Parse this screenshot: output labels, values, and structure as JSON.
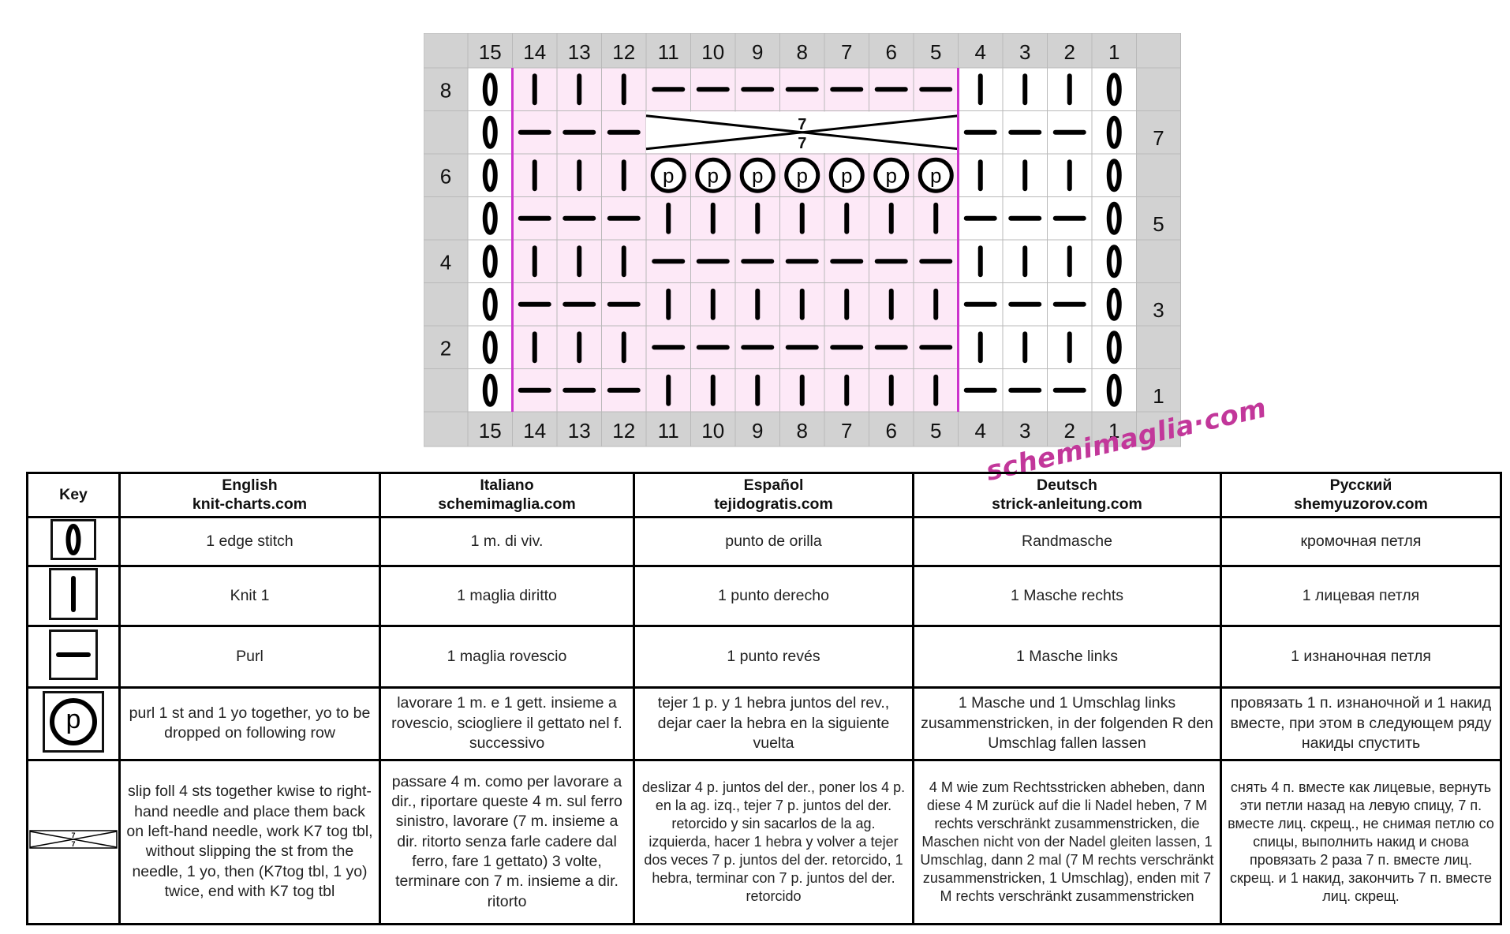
{
  "chart": {
    "col_numbers": [
      "15",
      "14",
      "13",
      "12",
      "11",
      "10",
      "9",
      "8",
      "7",
      "6",
      "5",
      "4",
      "3",
      "2",
      "1"
    ],
    "left_row_labels": [
      "8",
      "",
      "6",
      "",
      "4",
      "",
      "2",
      ""
    ],
    "right_row_labels": [
      "",
      "7",
      "",
      "5",
      "",
      "3",
      "",
      "1"
    ],
    "rows": [
      {
        "row": 8,
        "stitches": [
          "E",
          "K",
          "K",
          "K",
          "P",
          "P",
          "P",
          "P",
          "P",
          "P",
          "P",
          "K",
          "K",
          "K",
          "E"
        ]
      },
      {
        "row": 7,
        "stitches": [
          "E",
          "P",
          "P",
          "P",
          "X",
          "X",
          "X",
          "X",
          "X",
          "X",
          "X",
          "P",
          "P",
          "P",
          "E"
        ]
      },
      {
        "row": 6,
        "stitches": [
          "E",
          "K",
          "K",
          "K",
          "D",
          "D",
          "D",
          "D",
          "D",
          "D",
          "D",
          "K",
          "K",
          "K",
          "E"
        ]
      },
      {
        "row": 5,
        "stitches": [
          "E",
          "P",
          "P",
          "P",
          "K",
          "K",
          "K",
          "K",
          "K",
          "K",
          "K",
          "P",
          "P",
          "P",
          "E"
        ]
      },
      {
        "row": 4,
        "stitches": [
          "E",
          "K",
          "K",
          "K",
          "P",
          "P",
          "P",
          "P",
          "P",
          "P",
          "P",
          "K",
          "K",
          "K",
          "E"
        ]
      },
      {
        "row": 3,
        "stitches": [
          "E",
          "P",
          "P",
          "P",
          "K",
          "K",
          "K",
          "K",
          "K",
          "K",
          "K",
          "P",
          "P",
          "P",
          "E"
        ]
      },
      {
        "row": 2,
        "stitches": [
          "E",
          "K",
          "K",
          "K",
          "P",
          "P",
          "P",
          "P",
          "P",
          "P",
          "P",
          "K",
          "K",
          "K",
          "E"
        ]
      },
      {
        "row": 1,
        "stitches": [
          "E",
          "P",
          "P",
          "P",
          "K",
          "K",
          "K",
          "K",
          "K",
          "K",
          "K",
          "P",
          "P",
          "P",
          "E"
        ]
      }
    ],
    "cable_label_top": "7",
    "cable_label_bottom": "7",
    "purl_drop_glyph": "p",
    "repeat_highlight_color": "#fde9f7",
    "repeat_border_color": "#cc33cc",
    "header_fill_color": "#d2d2d2"
  },
  "watermark": "schemimaglia·com",
  "key_table": {
    "header": {
      "key": "Key",
      "languages": [
        {
          "name": "English",
          "site": "knit-charts.com"
        },
        {
          "name": "Italiano",
          "site": "schemimaglia.com"
        },
        {
          "name": "Español",
          "site": "tejidogratis.com"
        },
        {
          "name": "Deutsch",
          "site": "strick-anleitung.com"
        },
        {
          "name": "Русский",
          "site": "shemyuzorov.com"
        }
      ]
    },
    "rows": [
      {
        "symbol": "edge-stitch-icon",
        "cells": [
          "1 edge stitch",
          "1 m. di viv.",
          "punto de orilla",
          "Randmasche",
          "кромочная петля"
        ]
      },
      {
        "symbol": "knit-icon",
        "cells": [
          "Knit 1",
          "1 maglia diritto",
          "1 punto derecho",
          "1 Masche rechts",
          "1 лицевая петля"
        ]
      },
      {
        "symbol": "purl-icon",
        "cells": [
          "Purl",
          "1 maglia rovescio",
          "1 punto revés",
          "1 Masche links",
          "1 изнаночная петля"
        ]
      },
      {
        "symbol": "purl-yo-together-icon",
        "cells": [
          "purl 1 st and 1 yo together, yo to be dropped on following row",
          "lavorare 1 m. e 1 gett. insieme a rovescio, sciogliere il gettato nel f. successivo",
          "tejer 1 p. y 1 hebra juntos del rev., dejar caer la hebra en la siguiente vuelta",
          "1 Masche und 1 Umschlag links zusammenstricken, in der folgenden R den Umschlag fallen lassen",
          "провязать 1 п. изнаночной и 1 накид вместе, при этом в следующем ряду накиды спустить"
        ]
      },
      {
        "symbol": "cable-7-icon",
        "cells": [
          "slip foll 4 sts together kwise to right-hand needle and place them back on left-hand needle, work K7 tog tbl, without slipping the st from the needle, 1 yo, then (K7tog tbl, 1 yo) twice, end with K7 tog tbl",
          "passare 4 m. como per lavorare a dir., riportare queste 4 m. sul ferro sinistro, lavorare (7 m. insieme a dir. ritorto senza farle cadere dal ferro, fare 1 gettato) 3 volte, terminare con 7 m. insieme a dir. ritorto",
          "deslizar 4 p. juntos del der., poner los 4 p. en la ag. izq., tejer 7 p. juntos del der. retorcido y sin sacarlos de la ag. izquierda, hacer 1 hebra y volver a tejer dos veces 7 p. juntos del der. retorcido, 1 hebra, terminar con 7 p. juntos del der. retorcido",
          "4 M wie zum Rechtsstricken abheben, dann diese 4 M zurück auf die li Nadel heben, 7 M rechts verschränkt zusammenstricken, die Maschen nicht von der Nadel gleiten lassen, 1 Umschlag, dann 2 mal (7 M rechts verschränkt zusammenstricken, 1 Umschlag), enden mit 7 M rechts verschränkt zusammenstricken",
          "снять 4 п. вместе как лицевые, вернуть эти петли назад на левую спицу, 7 п. вместе лиц. скрещ., не снимая петлю со спицы, выполнить накид и снова провязать 2 раза 7 п. вместе лиц. скрещ. и 1 накид, закончить 7 п. вместе лиц. скрещ."
        ]
      }
    ]
  }
}
